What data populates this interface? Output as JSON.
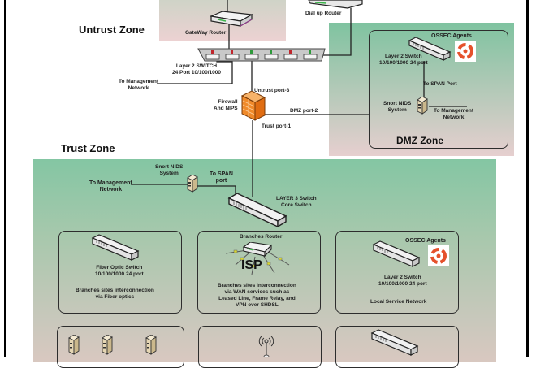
{
  "diagram": {
    "zones": {
      "untrust": "Untrust Zone",
      "dmz": "DMZ Zone",
      "trust": "Trust Zone"
    },
    "untrust": {
      "gateway_router": "GateWay Router",
      "dialup_router": "Dial up Router",
      "l2_switch_line1": "Layer 2 SWITCH",
      "l2_switch_line2": "24 Port 10/100/1000",
      "mgmt_line1": "To Management",
      "mgmt_line2": "Network",
      "untrust_port": "Untrust port-3",
      "firewall_line1": "Firewall",
      "firewall_line2": "And NIPS",
      "dmz_port": "DMZ port-2",
      "trust_port": "Trust port-1",
      "switch_port_leds": [
        "red",
        "red",
        "green",
        "green",
        "red",
        "green"
      ]
    },
    "dmz": {
      "ossec": "OSSEC Agents",
      "switch_line1": "Layer 2 Switch",
      "switch_line2": "10/100/1000 24 port",
      "span": "To SPAN Port",
      "nids_line1": "Snort NIDS",
      "nids_line2": "System",
      "mgmt_line1": "To Management",
      "mgmt_line2": "Network"
    },
    "trust": {
      "nids_line1": "Snort NIDS",
      "nids_line2": "System",
      "span_line1": "To SPAN",
      "span_line2": "port",
      "mgmt_line1": "To Management",
      "mgmt_line2": "Network",
      "core_line1": "LAYER 3 Switch",
      "core_line2": "Core Switch",
      "fiber": {
        "line1": "Fiber Optic Switch",
        "line2": "10/100/1000 24 port",
        "desc1": "Branches sites interconnection",
        "desc2": "via Fiber optics"
      },
      "branches": {
        "title": "Branches  Router",
        "isp": "ISP",
        "desc1": "Branches sites interconnection",
        "desc2": "via WAN services such as",
        "desc3": "Leased Line, Frame Relay, and",
        "desc4": "VPN over SHDSL"
      },
      "local": {
        "ossec": "OSSEC Agents",
        "line1": "Layer 2 Switch",
        "line2": "10/100/1000 24 port",
        "desc": "Local Service Network"
      }
    },
    "colors": {
      "led_red": "#c0262c",
      "led_green": "#2f9b3c",
      "firewall": "#f08a2a",
      "ossec": "#e5512b"
    }
  }
}
